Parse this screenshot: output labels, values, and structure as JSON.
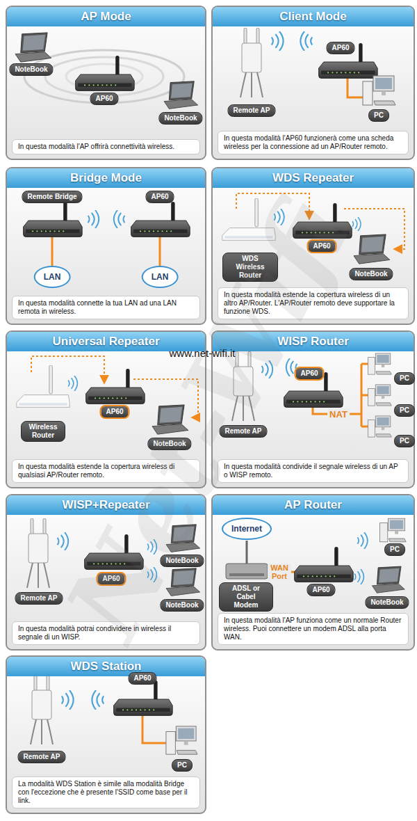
{
  "diagram": {
    "nodes": [
      {
        "text": [
          "AP Mode",
          "In questa modalità l'AP offrirà connettività wireless."
        ]
      },
      {
        "text": [
          "NoteBook"
        ],
        "in": 0
      },
      {
        "text": [
          "AP60"
        ],
        "in": 0
      },
      {
        "text": [
          "NoteBook"
        ],
        "in": 0
      },
      {
        "text": [
          "Client Mode",
          "In questa modalità l'AP60 funzionerà come una scheda wireless per la connessione ad un AP/Router remoto."
        ]
      },
      {
        "text": [
          "AP60"
        ],
        "in": 4
      },
      {
        "text": [
          "Remote AP"
        ],
        "in": 4
      },
      {
        "text": [
          "PC"
        ],
        "in": 4
      },
      {
        "text": [
          "Bridge Mode",
          "In questa modalità connette la tua LAN ad una LAN remota in wireless."
        ]
      },
      {
        "text": [
          "Remote Bridge"
        ],
        "in": 8
      },
      {
        "text": [
          "AP60"
        ],
        "in": 8
      },
      {
        "text": [
          "LAN"
        ],
        "in": 8
      },
      {
        "text": [
          "LAN"
        ],
        "in": 8
      },
      {
        "text": [
          "WDS Repeater",
          "In questa modalità estende la copertura wireless di un altro AP/Router. L'AP/Router remoto deve supportare la funzione WDS."
        ]
      },
      {
        "text": [
          "AP60"
        ],
        "in": 13
      },
      {
        "text": [
          "WDS Wireless Router"
        ],
        "in": 13
      },
      {
        "text": [
          "NoteBook"
        ],
        "in": 13
      },
      {
        "text": [
          "Universal Repeater",
          "In questa modalità estende la copertura wireless di qualsiasi AP/Router remoto."
        ]
      },
      {
        "text": [
          "AP60"
        ],
        "in": 17
      },
      {
        "text": [
          "Wireless Router"
        ],
        "in": 17
      },
      {
        "text": [
          "NoteBook"
        ],
        "in": 17
      },
      {
        "text": [
          "WISP Router",
          "In questa modalità condivide il segnale wireless di un AP o WISP remoto."
        ]
      },
      {
        "text": [
          "AP60"
        ],
        "in": 21
      },
      {
        "text": [
          "PC"
        ],
        "in": 21
      },
      {
        "text": [
          "PC"
        ],
        "in": 21
      },
      {
        "text": [
          "Remote AP"
        ],
        "in": 21
      },
      {
        "text": [
          "PC"
        ],
        "in": 21
      },
      {
        "text": [
          "WISP+Repeater",
          "In questa modalità potrai condividere in wireless il segnale di un WISP."
        ]
      },
      {
        "text": [
          "NoteBook"
        ],
        "in": 27
      },
      {
        "text": [
          "AP60"
        ],
        "in": 27
      },
      {
        "text": [
          "Remote AP"
        ],
        "in": 27
      },
      {
        "text": [
          "NoteBook"
        ],
        "in": 27
      },
      {
        "text": [
          "AP Router",
          "In questa modalità l'AP funziona come un normale Router wireless. Puoi connettere un modem ADSL alla porta WAN."
        ]
      },
      {
        "text": [
          "Internet"
        ],
        "in": 32
      },
      {
        "text": [
          "PC"
        ],
        "in": 32
      },
      {
        "text": [
          "AP60"
        ],
        "in": 32
      },
      {
        "text": [
          "ADSL or Cabel Modem"
        ],
        "in": 32
      },
      {
        "text": [
          "NoteBook"
        ],
        "in": 32
      },
      {
        "text": [
          "WDS Station",
          "La modalità WDS Station è simile alla modalità Bridge con l'eccezione che è presente l'SSID come base per il link."
        ]
      },
      {
        "text": [
          "AP60"
        ],
        "in": 38
      },
      {
        "text": [
          "Remote AP"
        ],
        "in": 38
      },
      {
        "text": [
          "PC"
        ],
        "in": 38
      }
    ],
    "labels": [
      "www.net-wifi.it",
      "NAT",
      "WAN Port",
      "Net-Wifi"
    ]
  }
}
